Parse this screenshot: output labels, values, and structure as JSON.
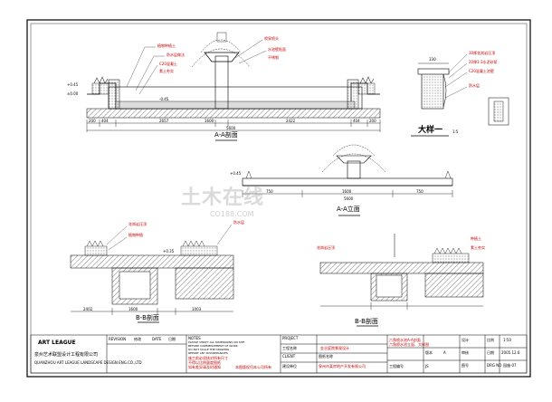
{
  "watermark": {
    "text": "土木在线",
    "url_text": "CO188.COM"
  },
  "sections": {
    "aa_section": "A-A剖面",
    "aa_elevation": "A-A立面",
    "bb_section": "B-B剖面",
    "bb2_section": "B-B剖面",
    "detail_title": "大样一",
    "detail_scale": "1:5"
  },
  "dims": {
    "top_total": "5600",
    "top_segments": [
      "200",
      "404",
      "2657",
      "2422",
      "404",
      "200"
    ],
    "top_mid": "1600",
    "elev_total": "5600",
    "elev_segments": [
      "750",
      "1600",
      "750"
    ],
    "b_segments": [
      "2402",
      "1600",
      "1003"
    ],
    "detail_w": "330"
  },
  "levels": [
    "+0.45",
    "±0.00",
    "-0.45",
    "+0.45",
    "+0.35"
  ],
  "annotations": {
    "top_left": [
      "植物种植土",
      "防水层做法",
      "C20混凝土",
      "素土夯实"
    ],
    "top_center": [
      "喷泉喷头",
      "水池壁贴面",
      "不锈钢"
    ],
    "detail_right": [
      "30厚花岗岩压顶",
      "20厚1:3水泥砂浆",
      "C20混凝土池壁",
      "防水层"
    ],
    "b_left": [
      "花岗岩压顶",
      "植物种植",
      "防水层"
    ],
    "b_right": [
      "花岗岩压顶",
      "种植土",
      "素土夯实"
    ]
  },
  "title_block": {
    "company_en": "ART LEAGUE",
    "company_cn": "泉州艺术联盟设计工程有限公司",
    "company_en2": "QUANZHOU ART LEAGUE LANDSCAPE DESIGN ENG.CO.,LTD",
    "rev_headers": [
      "REVISION",
      "修改",
      "DATE",
      "日期"
    ],
    "notes_head": "NOTES",
    "notes_lines": [
      "PLEASE VERIFY ALL DIMENSIONS ON SITE",
      "BEFORE COMMENCEMENT OF WORK",
      "DO NOT SCALE THE DRAWING",
      "REPORT ANY DISCREPANCIES"
    ],
    "notes_cn": [
      "施工前必须核对所有尺寸",
      "不得以比例量度图纸",
      "如有差异请及时通知",
      "本图版权归本公司所有"
    ],
    "project_label": "PROJECT",
    "project_cn": "工程名称",
    "project_name": "金谷庭院景观设计",
    "client_label": "CLIENT",
    "client_cn": "建设单位",
    "client_name": "泉州市某房地产开发有限公司",
    "drawing_label": "图纸名称",
    "drawing_name_1": "六角喷水池A-A剖面",
    "drawing_name_2": "六角喷水池立面、大样图",
    "engineering_no_label": "工程编号",
    "engineering_no_val": "JS",
    "design_label": "设计",
    "check_label": "审核",
    "scale_label": "比例",
    "scale_val": "1:50",
    "date_label": "日期",
    "date_val": "2005.12.6",
    "sheet_label": "图号",
    "sheet_val": "园施-07",
    "rev_label": "DRG NO",
    "extra_label": "版本",
    "extra_val": "A"
  }
}
